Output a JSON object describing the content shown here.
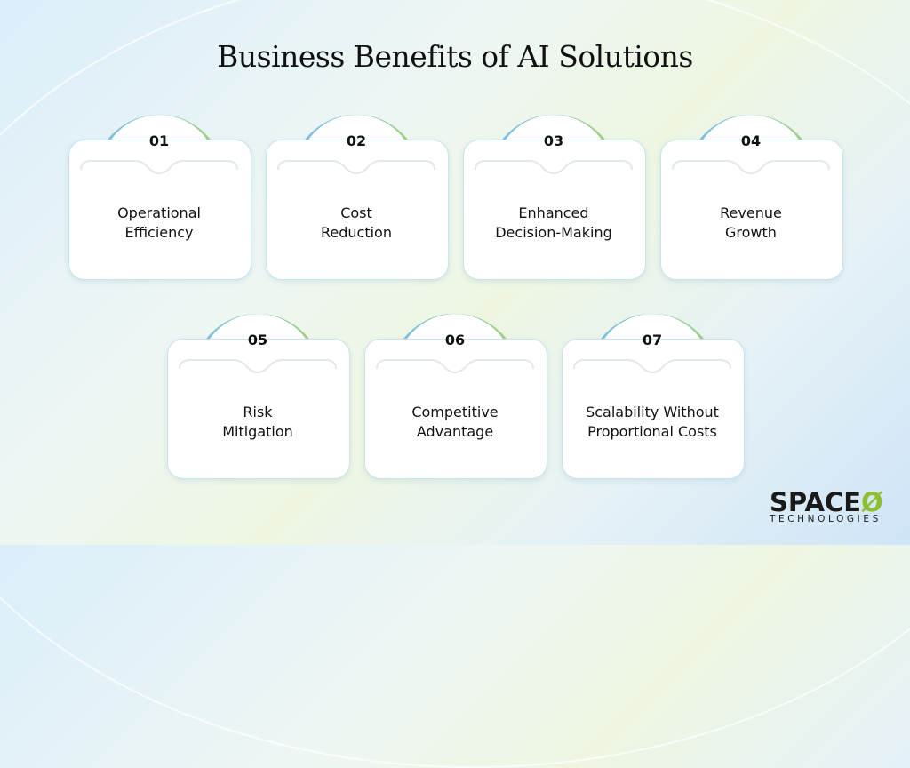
{
  "title": "Business Benefits of AI Solutions",
  "colors": {
    "arc_start": "#7cc0e8",
    "arc_end": "#a6d27c",
    "card_border": "#c9e3ea",
    "logo_accent": "#8dbf2e",
    "text": "#111111"
  },
  "cards": [
    {
      "number": "01",
      "line1": "Operational",
      "line2": "Efficiency"
    },
    {
      "number": "02",
      "line1": "Cost",
      "line2": "Reduction"
    },
    {
      "number": "03",
      "line1": "Enhanced",
      "line2": "Decision-Making"
    },
    {
      "number": "04",
      "line1": "Revenue",
      "line2": "Growth"
    },
    {
      "number": "05",
      "line1": "Risk",
      "line2": "Mitigation"
    },
    {
      "number": "06",
      "line1": "Competitive",
      "line2": "Advantage"
    },
    {
      "number": "07",
      "line1": "Scalability Without",
      "line2": "Proportional Costs"
    }
  ],
  "logo": {
    "main": "SPACE",
    "mark": "Ø",
    "sub": "TECHNOLOGIES"
  }
}
